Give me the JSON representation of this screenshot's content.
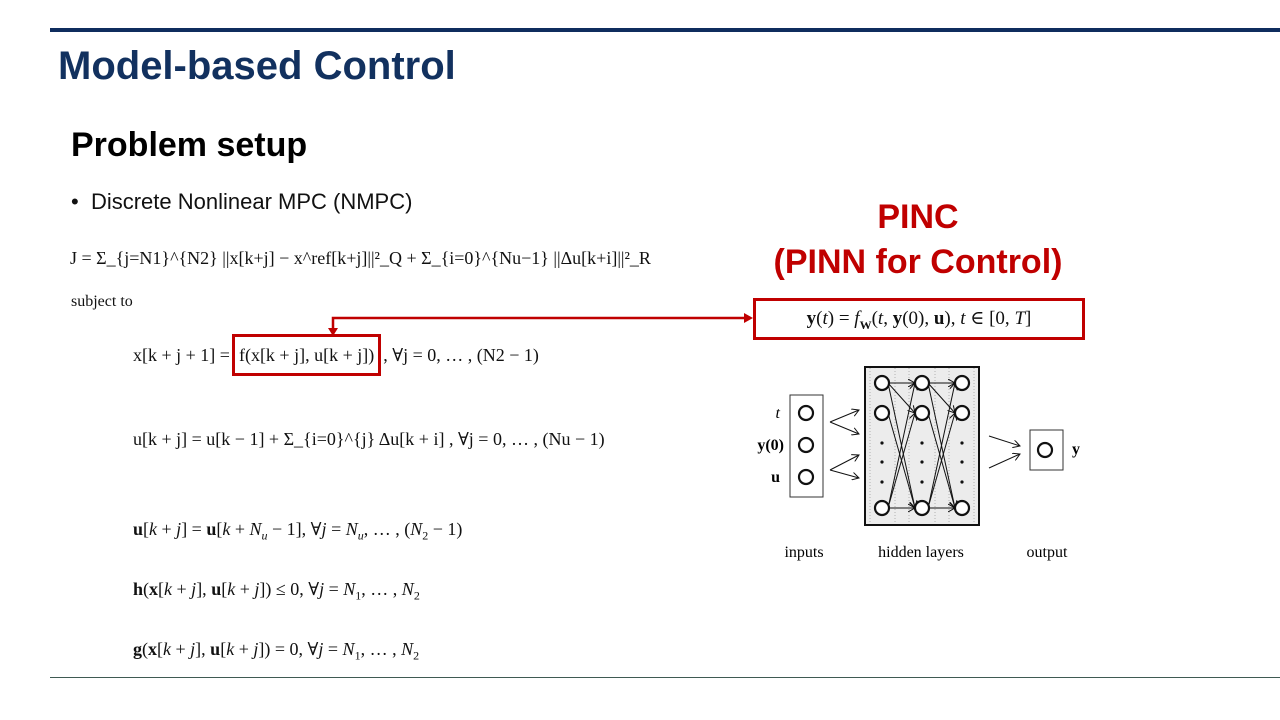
{
  "slide": {
    "title": "Model-based Control",
    "subtitle": "Problem setup",
    "bullet": "Discrete Nonlinear MPC (NMPC)",
    "subject_to": "subject to"
  },
  "equations": {
    "cost": "J = Σ_{j=N1}^{N2} ||x[k+j] − x^ref[k+j]||²_Q + Σ_{i=0}^{Nu−1} ||Δu[k+i]||²_R",
    "dynamics_lhs": "x[k + j + 1] =",
    "dynamics_f": "f(x[k + j], u[k + j])",
    "dynamics_rhs": ", ∀j = 0, … , (N2 − 1)",
    "input_incr": "u[k + j] = u[k − 1] + Σ_{i=0}^{j} Δu[k + i] , ∀j = 0, … , (Nu − 1)",
    "input_hold": "u[k + j] = u[k + Nu − 1], ∀j = Nu, … , (N2 − 1)",
    "ineq": "h(x[k + j], u[k + j]) ≤ 0, ∀j = N1, … , N2",
    "eq": "g(x[k + j], u[k + j]) = 0, ∀j = N1, … , N2"
  },
  "pinc": {
    "line1": "PINC",
    "line2": "(PINN for Control)",
    "equation": "y(t) = f_W(t, y(0), u), t ∈ [0, T]"
  },
  "network": {
    "input_labels": [
      "t",
      "y(0)",
      "u"
    ],
    "output_label": "y",
    "captions": [
      "inputs",
      "hidden layers",
      "output"
    ]
  },
  "colors": {
    "title": "#12315f",
    "accent": "#c00000",
    "rule": "#0f2d5e"
  }
}
